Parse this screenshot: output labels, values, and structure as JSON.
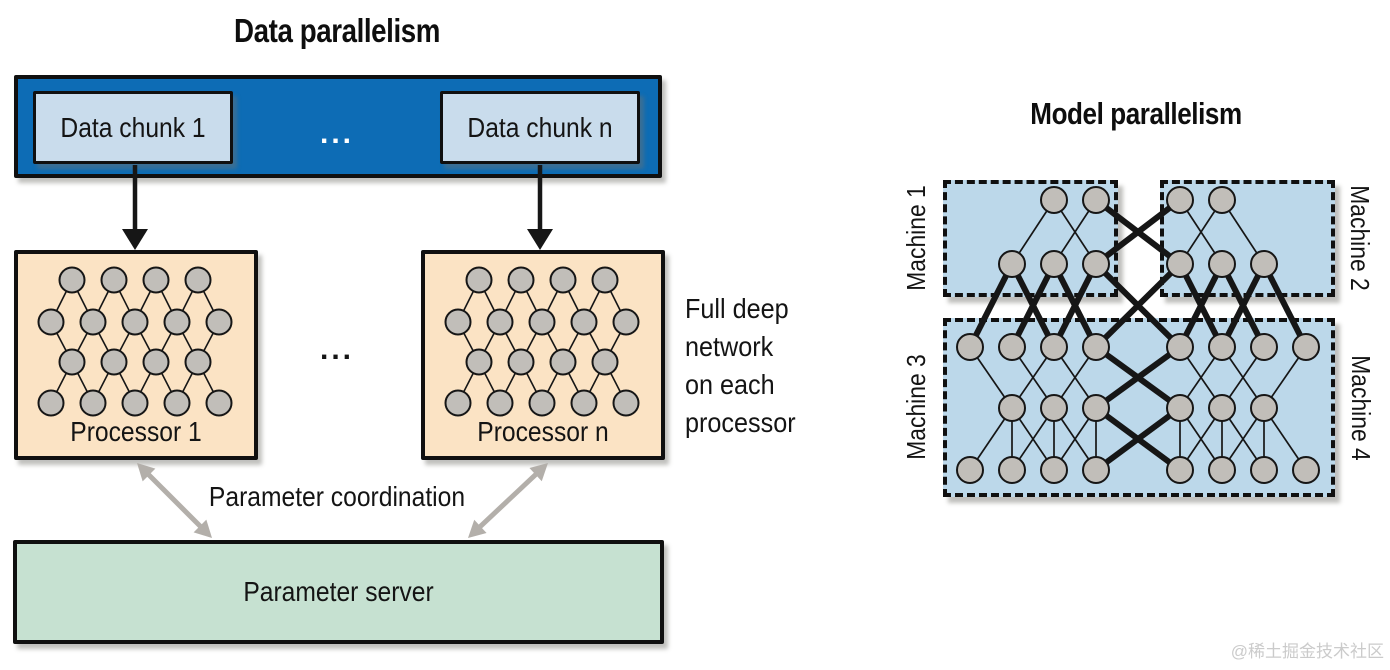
{
  "data_parallelism": {
    "title": "Data parallelism",
    "chunk_1": "Data chunk 1",
    "chunk_n": "Data chunk n",
    "container_ellipsis": "...",
    "processor_1": "Processor 1",
    "processor_n": "Processor n",
    "processors_ellipsis": "...",
    "side_note": "Full deep\nnetwork\non each\nprocessor",
    "coordination_label": "Parameter coordination",
    "server_label": "Parameter server"
  },
  "model_parallelism": {
    "title": "Model parallelism",
    "machine_1": "Machine 1",
    "machine_2": "Machine 2",
    "machine_3": "Machine 3",
    "machine_4": "Machine 4"
  },
  "watermark": "@稀土掘金技术社区",
  "colors": {
    "container_blue": "#0d6cb5",
    "chunk_blue": "#c9dcec",
    "processor_peach": "#fbe3c4",
    "server_green": "#c6e1d1",
    "machine_blue": "#bcd8ea",
    "node_gray": "#c1beb9",
    "edge_black": "#161616",
    "arrow_gray": "#b3afaa"
  }
}
